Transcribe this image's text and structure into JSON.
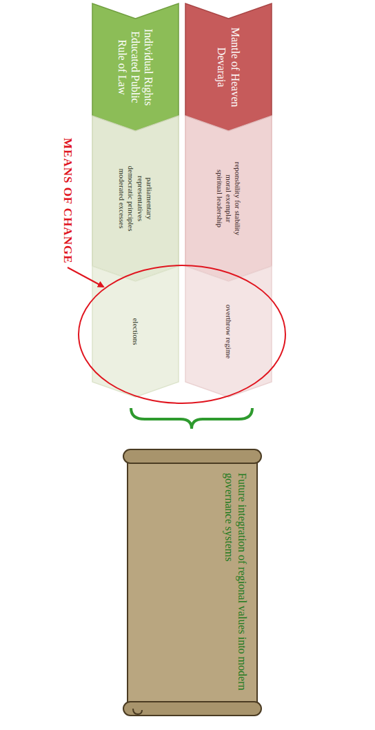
{
  "diagram": {
    "nodes": [
      {
        "text": [
          "Mantle of Heaven",
          "Devaraja"
        ]
      },
      {
        "text": [
          "reponsbility for stability",
          "moral exemplar",
          "spiritual leadership"
        ]
      },
      {
        "text": [
          "overthrow regime"
        ]
      },
      {
        "text": [
          "Individual Rights",
          "Educated Public",
          "Rule of Law"
        ]
      },
      {
        "text": [
          "parliamentary",
          "representatives",
          "democratic principles",
          "moderated excesses"
        ]
      },
      {
        "text": [
          "elections"
        ]
      },
      {
        "text": [
          "Future integration of regional values into modern governance systems"
        ]
      }
    ],
    "labels": [
      "MEANS OF CHANGE"
    ]
  }
}
